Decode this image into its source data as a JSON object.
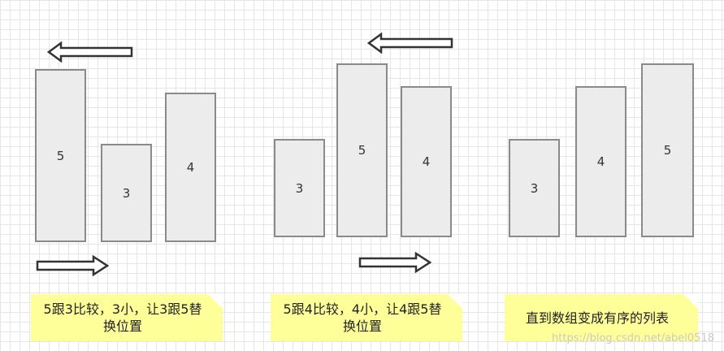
{
  "panels": [
    {
      "bars": [
        "5",
        "3",
        "4"
      ],
      "note": "5跟3比较，3小，让3跟5替换位置"
    },
    {
      "bars": [
        "3",
        "5",
        "4"
      ],
      "note": "5跟4比较，4小，让4跟5替换位置"
    },
    {
      "bars": [
        "3",
        "4",
        "5"
      ],
      "note": "直到数组变成有序的列表"
    }
  ],
  "watermark": "https://blog.csdn.net/abel0518"
}
